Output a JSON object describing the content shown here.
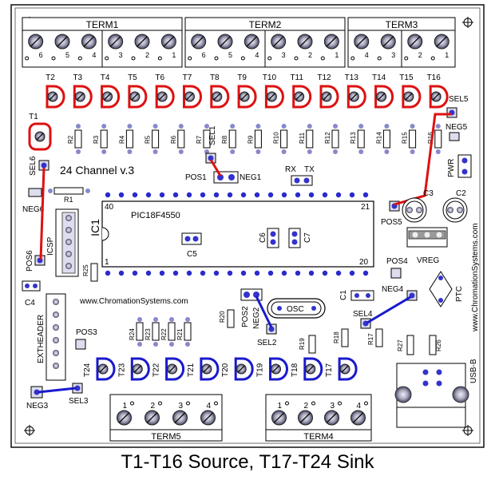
{
  "terminals_top": [
    {
      "label": "TERM1",
      "pins": [
        "6",
        "5",
        "4",
        "3",
        "2",
        "1"
      ]
    },
    {
      "label": "TERM2",
      "pins": [
        "6",
        "5",
        "4",
        "3",
        "2",
        "1"
      ]
    },
    {
      "label": "TERM3",
      "pins": [
        "4",
        "3",
        "2",
        "1"
      ]
    }
  ],
  "terminals_bottom": [
    {
      "label": "TERM5",
      "pins": [
        "1",
        "2",
        "3",
        "4"
      ]
    },
    {
      "label": "TERM4",
      "pins": [
        "1",
        "2",
        "3",
        "4"
      ]
    }
  ],
  "source_transistors": [
    "T2",
    "T3",
    "T4",
    "T5",
    "T6",
    "T7",
    "T8",
    "T9",
    "T10",
    "T11",
    "T12",
    "T13",
    "T14",
    "T15",
    "T16"
  ],
  "t1_label": "T1",
  "sink_transistors": [
    "T24",
    "T23",
    "T22",
    "T21",
    "T20",
    "T19",
    "T18",
    "T17"
  ],
  "top_resistors": [
    "R2",
    "R3",
    "R4",
    "R5",
    "R6",
    "R7",
    "R8",
    "R9",
    "R10",
    "R11",
    "R12",
    "R13",
    "R14",
    "R15",
    "R16"
  ],
  "bottom_resistors_left": [
    "R24",
    "R23",
    "R22",
    "R21"
  ],
  "labels": {
    "board_name": "24 Channel v.3",
    "chip_name": "PIC18F4550",
    "ic_ref": "IC1",
    "website_left": "www.ChromationSystems.com",
    "website_right": "www.ChromationSystems.com",
    "icsp": "ICSP",
    "extheader": "EXTHEADER",
    "vreg": "VREG",
    "pwr": "PWR",
    "ptc": "PTC",
    "usb": "USB-B",
    "osc": "OSC",
    "rx": "RX",
    "tx": "TX",
    "sel1": "SEL1",
    "sel2": "SEL2",
    "sel3": "SEL3",
    "sel4": "SEL4",
    "sel5": "SEL5",
    "sel6": "SEL6",
    "pos1": "POS1",
    "pos2": "POS2",
    "pos3": "POS3",
    "pos4": "POS4",
    "pos5": "POS5",
    "pos6": "POS6",
    "neg1": "NEG1",
    "neg2": "NEG2",
    "neg3": "NEG3",
    "neg4": "NEG4",
    "neg5": "NEG5",
    "neg6": "NEG6",
    "r1": "R1",
    "r17": "R17",
    "r18": "R18",
    "r19": "R19",
    "r20": "R20",
    "r25": "R25",
    "r26": "R26",
    "r27": "R27",
    "c1": "C1",
    "c2": "C2",
    "c3": "C3",
    "c4": "C4",
    "c5": "C5",
    "c6": "C6",
    "c7": "C7",
    "pin1": "1",
    "pin20": "20",
    "pin21": "21",
    "pin40": "40"
  },
  "caption": "T1-T16 Source, T17-T24 Sink",
  "colors": {
    "board_outline": "#000000",
    "pad_blue": "#3a3acc",
    "pad_light": "#c9c9e6",
    "source_highlight": "#dd1111",
    "sink_highlight": "#1a1acc",
    "jumper_red": "#dd1111",
    "jumper_blue": "#1a1acc"
  }
}
